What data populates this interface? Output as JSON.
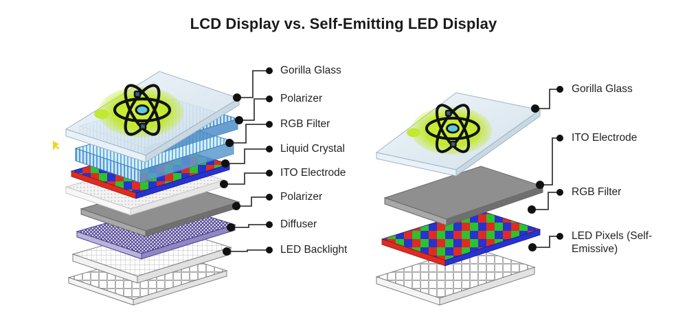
{
  "title": "LCD Display vs. Self-Emitting LED Display",
  "background_color": "#ffffff",
  "title_color": "#1a1a1a",
  "diagrams": [
    {
      "id": "lcd-display",
      "name": "LCD Display",
      "layers": [
        {
          "label": "Gorilla Glass",
          "texture": "clear-glass",
          "color": "#dfe9f0"
        },
        {
          "label": "Polarizer",
          "texture": "blue-stripes",
          "color": "#6fa8dc"
        },
        {
          "label": "RGB Filter",
          "texture": "rgb-checker",
          "color": "#d93a34"
        },
        {
          "label": "Liquid Crystal",
          "texture": "blue-stripes",
          "color": "#7db4e0"
        },
        {
          "label": "ITO Electrode",
          "texture": "dotted-light",
          "color": "#eeeeee"
        },
        {
          "label": "Polarizer",
          "texture": "solid-grey",
          "color": "#8c8c8c"
        },
        {
          "label": "Diffuser",
          "texture": "purple-crosshatch",
          "color": "#5a4f9e"
        },
        {
          "label": "LED Backlight",
          "texture": "wire-grid",
          "color": "#ffffff"
        }
      ]
    },
    {
      "id": "led-display",
      "name": "Self-Emitting LED Display",
      "layers": [
        {
          "label": "Gorilla Glass",
          "texture": "clear-glass",
          "color": "#dfe9f0"
        },
        {
          "label": "ITO Electrode",
          "texture": "solid-grey",
          "color": "#8c8c8c"
        },
        {
          "label": "RGB Filter",
          "texture": "rgb-checker",
          "color": "#d93a34"
        },
        {
          "label": "LED Pixels (Self-Emissive)",
          "texture": "wire-grid",
          "color": "#ffffff"
        }
      ]
    }
  ],
  "logo": {
    "name": "atom-logo",
    "blob_color": "#c3e830",
    "ring_color": "#111111",
    "nucleus_color": "#5ec8e0"
  },
  "rgb_colors": {
    "red": "#e02b20",
    "green": "#2cc22c",
    "blue": "#2633d0"
  },
  "leader": {
    "line_color": "#3a3a3a",
    "dot_color": "#111111"
  }
}
